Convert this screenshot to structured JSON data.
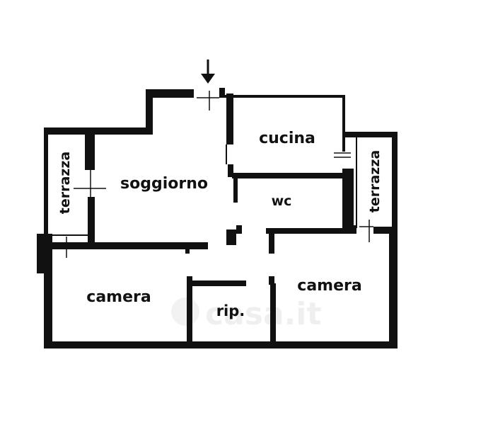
{
  "rooms": {
    "soggiorno": "soggiorno",
    "cucina": "cucina",
    "wc": "wc",
    "terrazza_left": "terrazza",
    "terrazza_right": "terrazza",
    "camera_left": "camera",
    "camera_right": "camera",
    "rip": "rip."
  },
  "watermark": "casa.it",
  "colors": {
    "wall": "#111111",
    "background": "#ffffff"
  },
  "icons": {
    "entrance": "arrow-down-icon"
  }
}
